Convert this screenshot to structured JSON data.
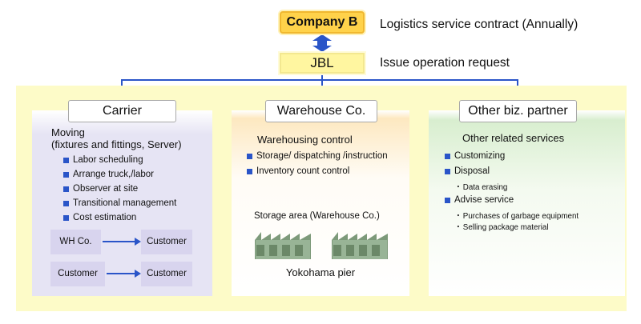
{
  "header": {
    "company": "Company B",
    "contract": "Logistics service contract (Annually)",
    "jbl": "JBL",
    "request": "Issue operation request"
  },
  "carrier": {
    "tab": "Carrier",
    "title_line1": "Moving",
    "title_line2": "(fixtures and fittings, Server)",
    "items": [
      "Labor scheduling",
      "Arrange truck,/labor",
      "Observer at site",
      "Transitional management",
      "Cost estimation"
    ],
    "flows": [
      {
        "from": "WH Co.",
        "to": "Customer"
      },
      {
        "from": "Customer",
        "to": "Customer"
      }
    ]
  },
  "warehouse": {
    "tab": "Warehouse Co.",
    "title": "Warehousing  control",
    "items": [
      "Storage/ dispatching /instruction",
      "Inventory count control"
    ],
    "storage_label": "Storage area (Warehouse Co.)",
    "location": "Yokohama pier"
  },
  "partner": {
    "tab": "Other biz. partner",
    "title": "Other related services",
    "items": [
      {
        "label": "Customizing",
        "subs": []
      },
      {
        "label": "Disposal",
        "subs": [
          "Data erasing"
        ]
      },
      {
        "label": "Advise service",
        "subs": [
          "Purchases of garbage equipment",
          "Selling package material"
        ]
      }
    ]
  },
  "colors": {
    "accent_blue": "#2a55c8",
    "company_fill": "#ffd24a",
    "jbl_fill": "#fff6a0",
    "band_fill": "#fdfbc8"
  }
}
